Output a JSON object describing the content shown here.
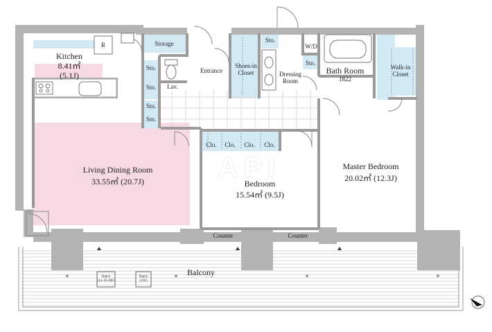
{
  "rooms": {
    "kitchen": {
      "name": "Kitchen",
      "area": "8.41㎡",
      "tatami": "(5.1J)"
    },
    "ldk": {
      "name": "Living Dining Room",
      "area": "33.55㎡ (20.7J)"
    },
    "bedroom": {
      "name": "Bedroom",
      "area": "15.54㎡ (9.5J)"
    },
    "master": {
      "name": "Master Bedroom",
      "area": "20.02㎡ (12.3J)"
    },
    "bath": {
      "name": "Bath Room",
      "size": "1822"
    },
    "entrance": "Entrance",
    "shoes": "Shoes-in Closet",
    "dressing": "Dressing Room",
    "walkin": "Walk-in Closet",
    "storage": "Storage",
    "lav": "Lav.",
    "wd": "W/D",
    "fridge": "R",
    "balcony": "Balcony"
  },
  "storage_label": "Sto.",
  "closet_label": "Clo.",
  "counter_label": "Counter",
  "hatch": {
    "label": "Hatch",
    "a": "(14-16-18F)",
    "b": "(15F)"
  },
  "watermark": "API",
  "colors": {
    "ldk_floor": "#f7d9e6",
    "closet_fill": "#d3eaf5",
    "wall": "#b3b3b3"
  },
  "icons": [
    "compass-icon"
  ]
}
